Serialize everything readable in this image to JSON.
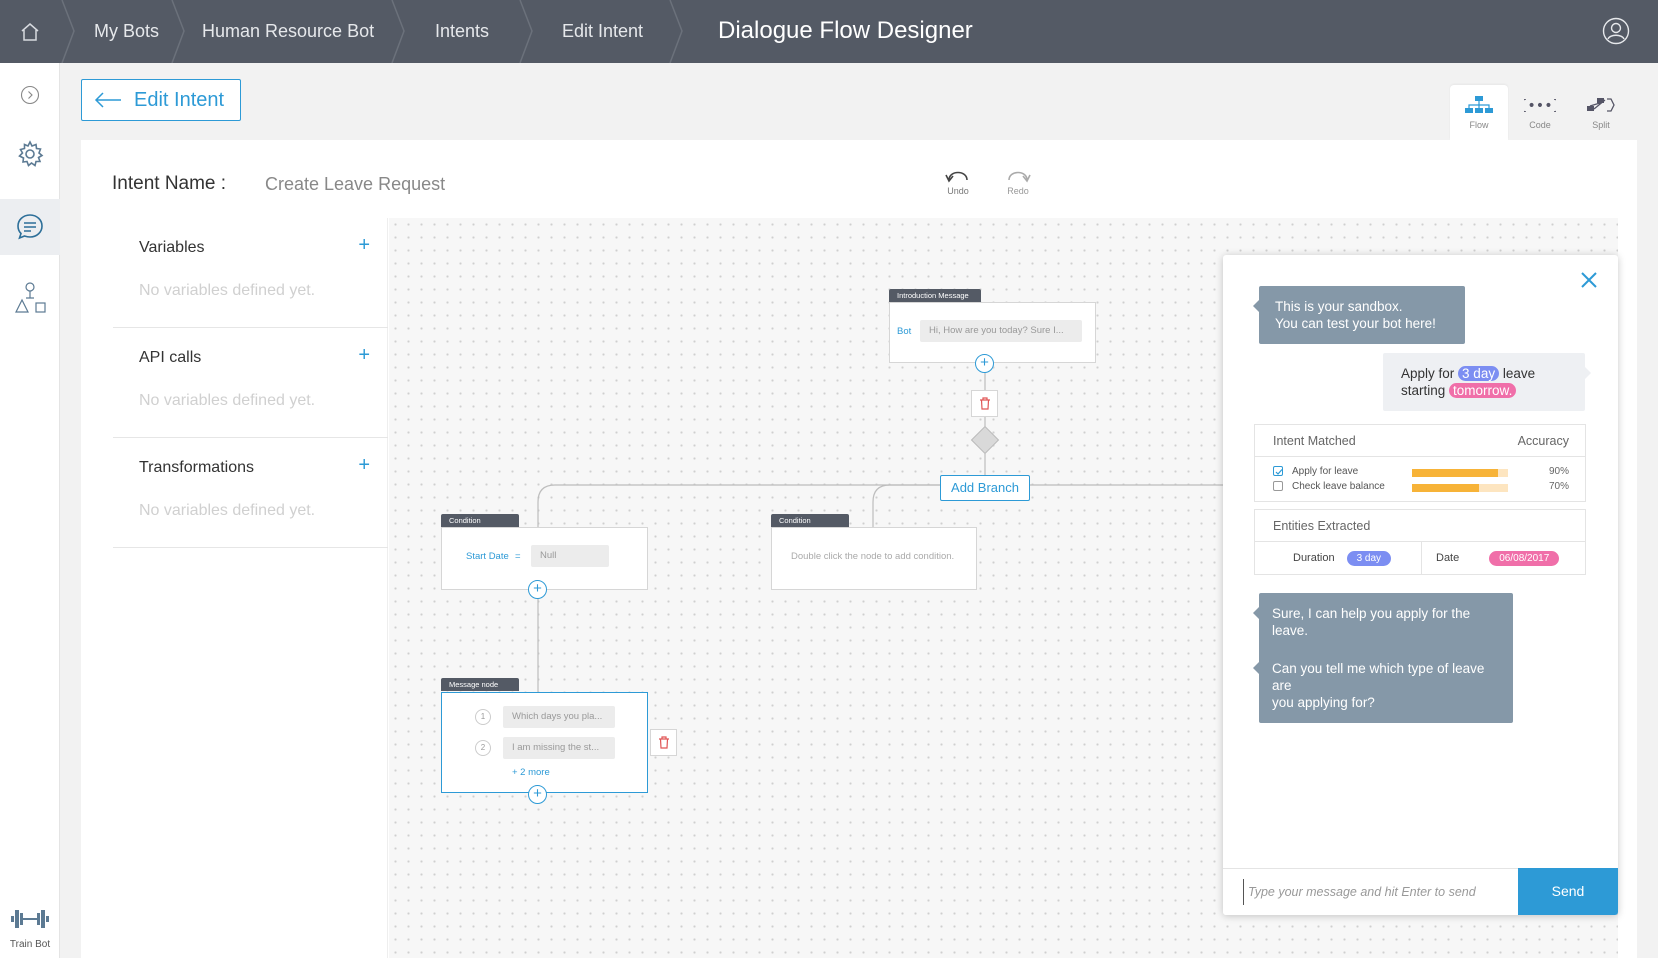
{
  "breadcrumbs": [
    "My Bots",
    "Human Resource  Bot",
    "Intents",
    "Edit Intent"
  ],
  "page_title": "Dialogue Flow Designer",
  "edit_intent_label": "Edit Intent",
  "view_tabs": [
    {
      "label": "Flow",
      "icon": "flow-icon",
      "active": true
    },
    {
      "label": "Code",
      "icon": "code-icon",
      "active": false
    },
    {
      "label": "Split",
      "icon": "split-icon",
      "active": false
    }
  ],
  "intent": {
    "label": "Intent Name :",
    "value": "Create Leave Request"
  },
  "history": {
    "undo": "Undo",
    "redo": "Redo"
  },
  "left_panel": [
    {
      "title": "Variables",
      "empty": "No variables defined yet."
    },
    {
      "title": "API calls",
      "empty": "No variables defined yet."
    },
    {
      "title": "Transformations",
      "empty": "No variables defined yet."
    }
  ],
  "rail": {
    "train_label": "Train Bot"
  },
  "flow": {
    "intro_node": {
      "tag": "Introduction Message",
      "speaker": "Bot",
      "text": "Hi, How are you today? Sure I..."
    },
    "add_branch": "Add Branch",
    "condition_1": {
      "tag": "Condition",
      "field": "Start Date",
      "operator": "=",
      "value": "Null"
    },
    "condition_2": {
      "tag": "Condition",
      "hint": "Double click the node to add condition."
    },
    "message_node": {
      "tag": "Message node",
      "items": [
        {
          "num": "1",
          "text": "Which days you pla..."
        },
        {
          "num": "2",
          "text": "I am missing the st..."
        }
      ],
      "more": "+ 2 more"
    }
  },
  "sandbox": {
    "intro": [
      "This is your sandbox.",
      "You can test your bot here!"
    ],
    "user_msg": {
      "pre": "Apply for",
      "hl1": "3 day",
      "mid": "leave",
      "line2": "starting",
      "hl2": "tomorrow."
    },
    "intent_matched": {
      "title": "Intent Matched",
      "accuracy_label": "Accuracy",
      "rows": [
        {
          "name": "Apply for leave",
          "checked": true,
          "accuracy": 0.9,
          "pct": "90%"
        },
        {
          "name": "Check leave balance",
          "checked": false,
          "accuracy": 0.7,
          "pct": "70%"
        }
      ]
    },
    "entities": {
      "title": "Entities Extracted",
      "items": [
        {
          "name": "Duration",
          "value": "3 day",
          "color": "#7c8ef2"
        },
        {
          "name": "Date",
          "value": "06/08/2017",
          "color": "#f06fa9"
        }
      ]
    },
    "bot_reply_1": "Sure, I can help you apply for the leave.",
    "bot_reply_2": [
      "Can you tell me which type of leave are",
      "you applying for?"
    ],
    "input_placeholder": "Type your message and hit Enter to send",
    "send_label": "Send"
  },
  "colors": {
    "accent": "#2d9ad6",
    "topbar": "#545a65",
    "bot_bubble": "#8598a8",
    "bar": "#f7b338"
  }
}
